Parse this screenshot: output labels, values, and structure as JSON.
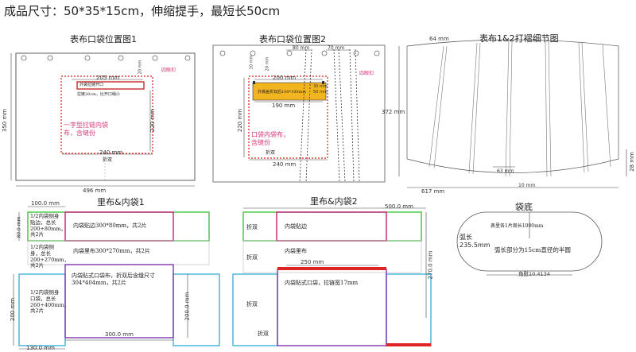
{
  "header": {
    "title": "成品尺寸：50*35*15cm，伸缩提手，最短长50cm"
  },
  "panel1": {
    "title": "表布口袋位置图1",
    "dims": {
      "top_w": "205 mm",
      "top_r": "20 mm",
      "side_h": "350 mm",
      "inner_h": "220 mm",
      "bottom_w": "240 mm",
      "total_w": "496 mm"
    },
    "labels": {
      "red_box": "外袋拉链开口",
      "zip_note": "拉链20cm，比开口稍小",
      "note": "一字型拉链内袋布，含缝份",
      "fold": "折双",
      "corner": "四眼扣"
    }
  },
  "panel2": {
    "title": "表布口袋位置图2",
    "dims": {
      "d80": "80 mm",
      "d70": "70 mm",
      "top_w": "200 mm",
      "yellow_w": "190 mm",
      "side_h": "220 mm",
      "bottom_w": "240 mm",
      "s10": "10 mm",
      "s20": "20 mm",
      "s30": "30 mm",
      "s50": "50 mm"
    },
    "labels": {
      "yellow": "外袋盖折双后100*190mm",
      "note": "口袋内袋布，含缝份",
      "fold": "折双",
      "corner": "四眼扣"
    }
  },
  "panel3": {
    "title": "表布1&2打褶细节图",
    "dims": {
      "top": "64 mm",
      "left_h": "372 mm",
      "right_h": "28 mm",
      "bottom_w": "617 mm",
      "b63": "63 mm",
      "b10": "10 mm"
    }
  },
  "panel4": {
    "title": "里布&内袋1",
    "dims": {
      "w100": "100.0 mm",
      "h80": "80.0 mm",
      "h200": "200 mm",
      "h200b": "200.0 mm",
      "w300": "300.0 mm",
      "w130": "130.0 mm"
    },
    "labels": {
      "side1": "1/2内袋侧身贴边，总长200+80mm，共2片",
      "green": "内袋贴边300*80mm，共2片",
      "side2": "1/2内袋侧身，总长200+270mm，共2片",
      "mid": "内袋里布300*270mm，共2片",
      "purple": "内袋贴式口袋布，折双后含缝尺寸304*404mm，共2片",
      "side3": "1/2内袋侧身口袋，总长260+400mm，共2片"
    }
  },
  "panel5": {
    "title": "里布&内袋2",
    "dims": {
      "w500": "500.0 mm",
      "h270": "270.0 mm",
      "w250": "250 mm"
    },
    "labels": {
      "fold1": "折双",
      "green": "内袋贴边",
      "fold2": "折双",
      "mid": "内袋里布",
      "purple": "内袋贴式口袋，拉链宽17mm",
      "fold3": "折双",
      "fold4": "折双"
    }
  },
  "panel6": {
    "title": "袋底",
    "dims": {
      "arc": "弧长235.5mm",
      "bottom": "角慰10.4134"
    },
    "labels": {
      "top": "表里各1片周长1000mm",
      "mid": "弧长部分为15cm直径的半圆"
    }
  }
}
